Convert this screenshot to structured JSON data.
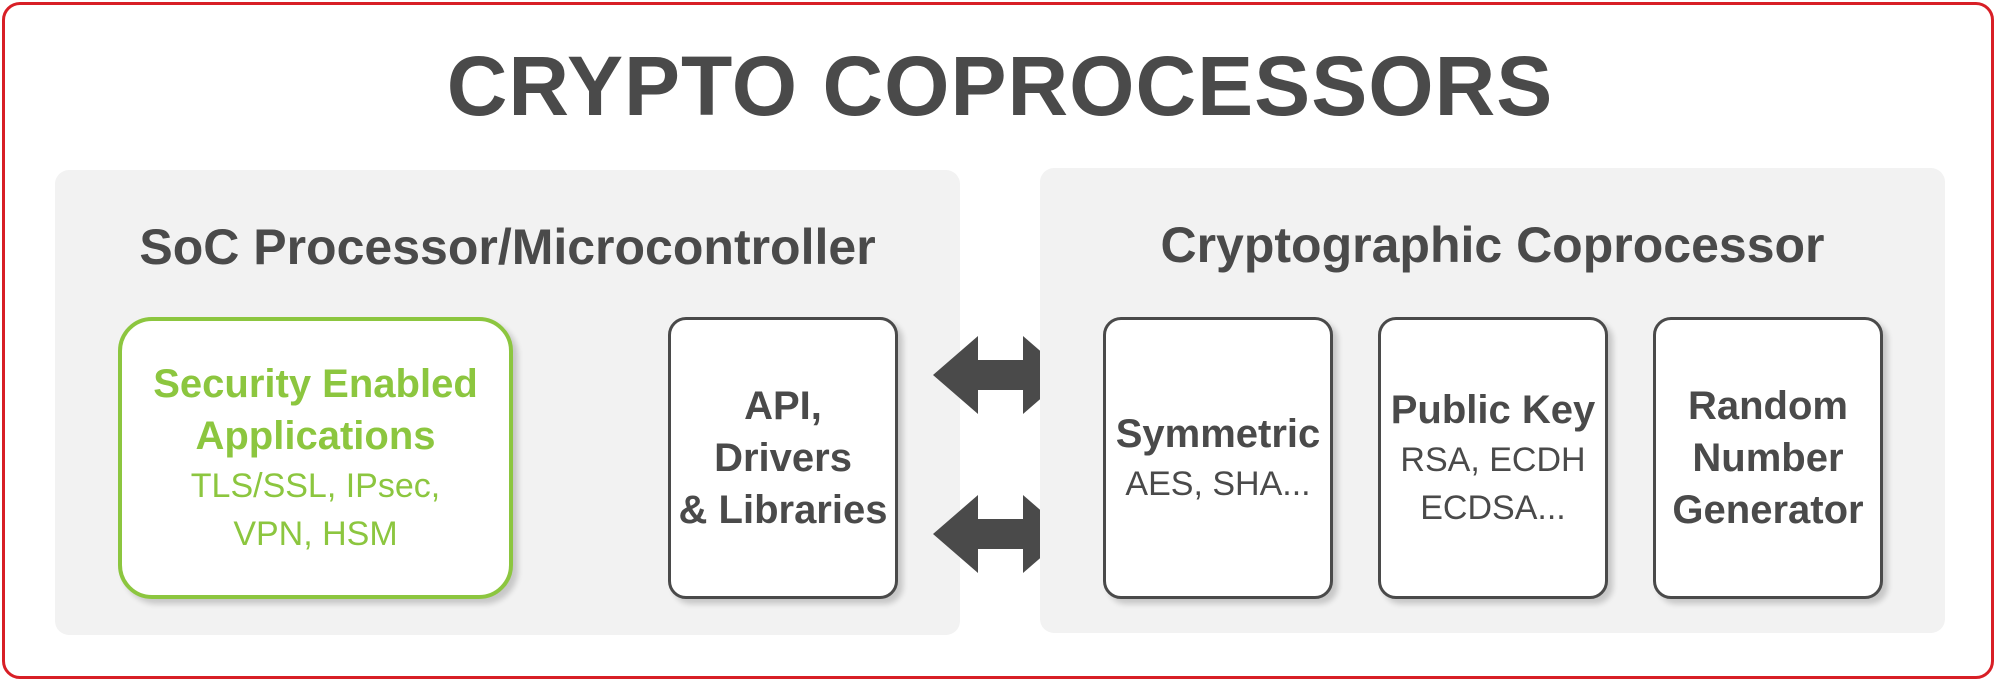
{
  "title": "CRYPTO COPROCESSORS",
  "left_panel": {
    "title": "SoC Processor/Microcontroller",
    "apps_box": {
      "title": "Security Enabled\nApplications",
      "subtitle": "TLS/SSL, IPsec,\nVPN, HSM"
    },
    "api_box": {
      "title": "API,\nDrivers\n& Libraries"
    }
  },
  "right_panel": {
    "title": "Cryptographic Coprocessor",
    "symmetric_box": {
      "title": "Symmetric",
      "subtitle": "AES, SHA..."
    },
    "public_key_box": {
      "title": "Public Key",
      "subtitle": "RSA, ECDH\nECDSA..."
    },
    "rng_box": {
      "title": "Random\nNumber\nGenerator"
    }
  },
  "colors": {
    "frame": "#d81f26",
    "text": "#4a4a4a",
    "accent_green": "#8cc63f",
    "panel_bg": "#f2f2f2"
  },
  "icons": [
    "double-arrow-icon",
    "double-arrow-icon"
  ]
}
